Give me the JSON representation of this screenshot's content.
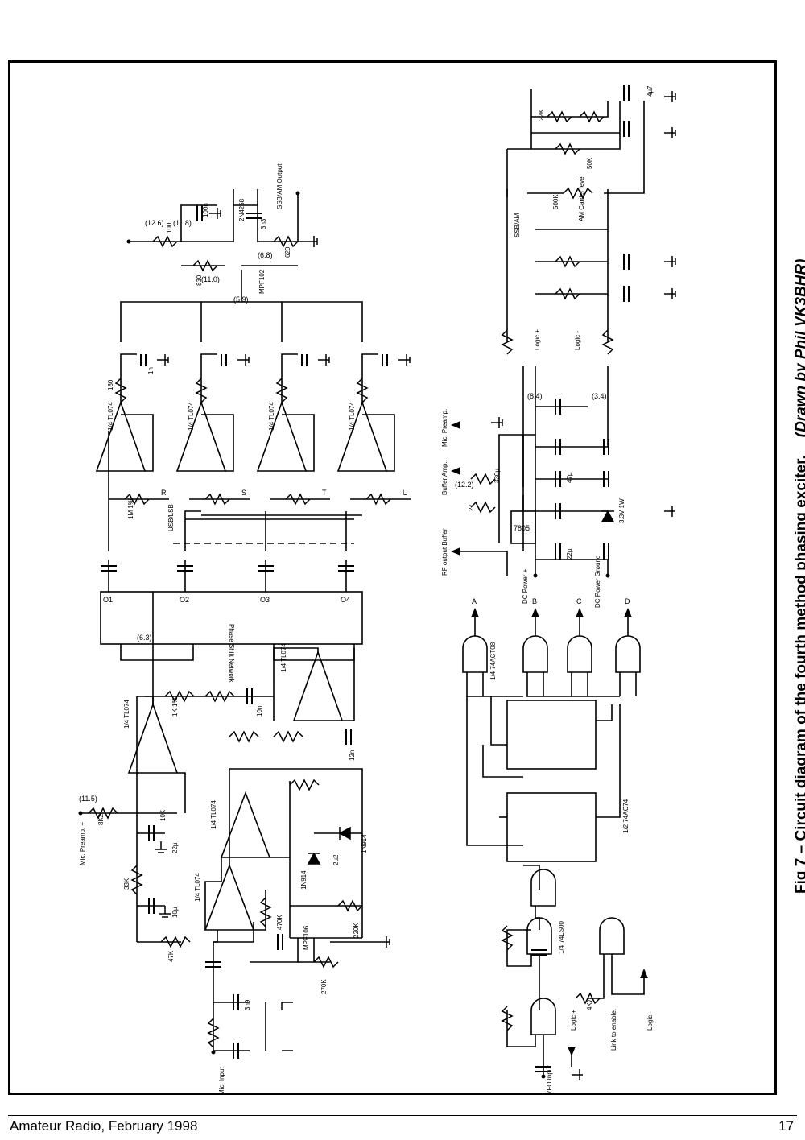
{
  "caption": {
    "title": "Fig 7 – Circuit diagram of the fourth method phasing exciter.",
    "credit": "(Drawn by Phil VK3BHR)"
  },
  "footer": {
    "publication": "Amateur Radio, February 1998",
    "page_number": "17"
  },
  "labels": {
    "phase_network": "Phase Shift Network",
    "usb_lsb": "USB/LSB",
    "ssb_am": "SSB/AM",
    "ssb_am_output": "SSB/AM Output",
    "mic_input": "Mic. Input",
    "mic_preamp": "Mic. Preamp. +",
    "vfo_input": "VFO Input",
    "link_enable": "Link to enable.",
    "logic_plus": "Logic +",
    "logic_minus": "Logic -",
    "rf_output_buffer": "RF output Buffer",
    "buffer_amp": "Buffer Amp.",
    "mic_preamp2": "Mic. Preamp.",
    "dc_power_plus": "DC Power +",
    "dc_power_ground": "DC Power Ground",
    "am_carrier_level": "AM Carrier level",
    "reg_7805": "7805",
    "zener": "3.3V 1W",
    "pot_500k": "500K",
    "pot_50k": "50K"
  },
  "opamps": [
    "1/4 TL074",
    "1/4 TL074",
    "1/4 TL074",
    "1/4 TL074",
    "1/4 TL074",
    "1/4 TL074",
    "1/4 TL074",
    "1/4 TL074"
  ],
  "logic": {
    "and_gate": "1/4 74ACT08",
    "flipflop": "1/2 74AC74",
    "nand_gate": "1/4 74LS00",
    "outputs": [
      "A",
      "B",
      "C",
      "D"
    ]
  },
  "transistors": [
    "2N4258",
    "MPF102",
    "MPF106"
  ],
  "diodes": [
    "1N914",
    "1N914"
  ],
  "voltages": [
    "(12.6)",
    "(11.8)",
    "(11.0)",
    "(5.9)",
    "(6.8)",
    "(6.3)",
    "(11.5)",
    "(12.2)",
    "(8.4)",
    "(3.4)"
  ],
  "component_values": [
    "100",
    "100n",
    "830",
    "3n3",
    "620",
    "180",
    "1n",
    "1M 1%",
    "1K 1%",
    "10n",
    "8K2",
    "12n",
    "10K",
    "22µ",
    "33K",
    "10µ",
    "2µ2",
    "470K",
    "47K",
    "220K",
    "270K",
    "3n9",
    "22K",
    "4µ7",
    "27",
    "330µ",
    "47µ",
    "22µ",
    "4K7"
  ],
  "switch_outputs": [
    "R",
    "S",
    "T",
    "U"
  ],
  "network_ports": [
    "O1",
    "O2",
    "O3",
    "O4"
  ]
}
